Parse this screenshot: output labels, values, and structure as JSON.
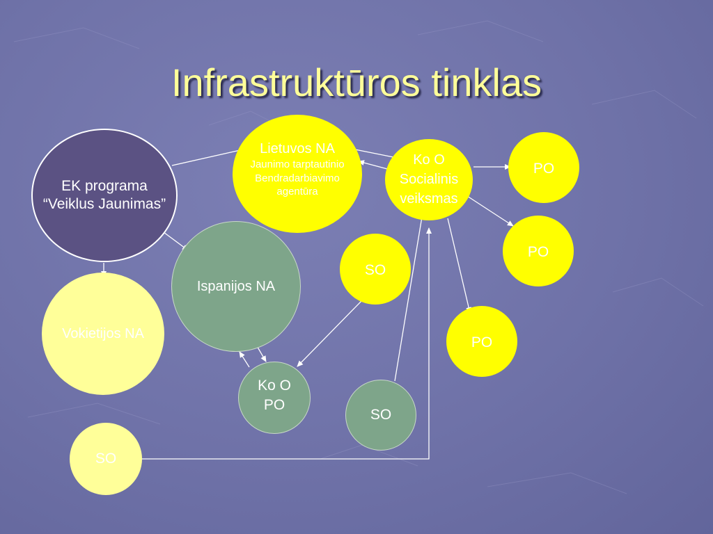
{
  "slide": {
    "title": "Infrastruktūros tinklas"
  },
  "nodes": {
    "ek_programa": {
      "lines": [
        "EK programa",
        "“Veiklus Jaunimas”"
      ]
    },
    "lietuvos_na": {
      "lines": [
        "Lietuvos NA",
        "Jaunimo tarptautinio",
        "Bendradarbiavimo",
        "agentūra"
      ]
    },
    "ko_o_socialinis": {
      "lines": [
        "Ko O",
        "Socialinis",
        "veiksmas"
      ]
    },
    "po_1": {
      "lines": [
        "PO"
      ]
    },
    "po_2": {
      "lines": [
        "PO"
      ]
    },
    "po_3": {
      "lines": [
        "PO"
      ]
    },
    "ispanijos_na": {
      "lines": [
        "Ispanijos NA"
      ]
    },
    "so_1": {
      "lines": [
        "SO"
      ]
    },
    "vokietijos_na": {
      "lines": [
        "Vokietijos NA"
      ]
    },
    "ko_o_po": {
      "lines": [
        "Ko O",
        "PO"
      ]
    },
    "so_2": {
      "lines": [
        "SO"
      ]
    },
    "so_3": {
      "lines": [
        "SO"
      ]
    }
  },
  "colors": {
    "background": "#6f72a8",
    "title_text": "#ffff99",
    "dark_node": "#5b5283",
    "yellow_node": "#ffff00",
    "pale_yellow_node": "#ffff99",
    "green_node": "#7ea58a",
    "connector": "#ffffff"
  }
}
